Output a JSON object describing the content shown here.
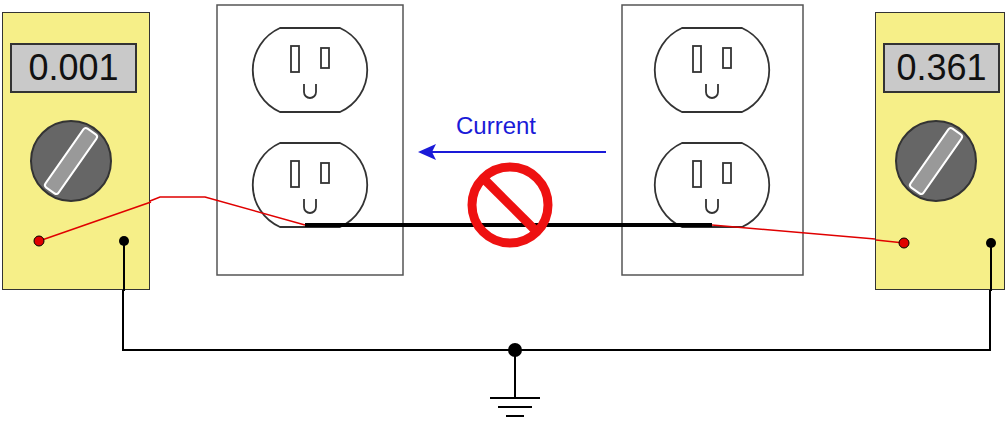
{
  "diagram": {
    "nodes": [
      {
        "text": [
          "0.001"
        ]
      },
      {
        "text": [
          "0.361"
        ]
      }
    ],
    "edges": [
      {
        "from": 0,
        "to": 1,
        "arrow": "none"
      }
    ],
    "labels": [
      "Current"
    ]
  }
}
